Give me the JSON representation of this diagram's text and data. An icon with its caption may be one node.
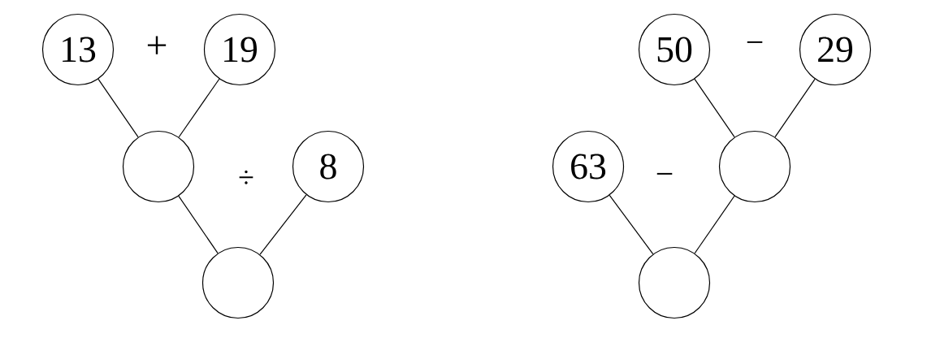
{
  "diagram": {
    "nodes": [
      {
        "text": [
          "13"
        ]
      },
      {
        "text": [
          "19"
        ]
      },
      {
        "text": [],
        "shape": "circle"
      },
      {
        "text": [
          "8"
        ]
      },
      {
        "text": [],
        "shape": "circle"
      },
      {
        "text": [
          "50"
        ]
      },
      {
        "text": [
          "29"
        ]
      },
      {
        "text": [
          "63"
        ]
      },
      {
        "text": [],
        "shape": "circle"
      },
      {
        "text": [],
        "shape": "circle"
      }
    ],
    "edges": [
      {
        "from": 0,
        "to": 2,
        "arrow": "none"
      },
      {
        "from": 1,
        "to": 2,
        "arrow": "none"
      },
      {
        "from": 2,
        "to": 4,
        "arrow": "none"
      },
      {
        "from": 3,
        "to": 4,
        "arrow": "none"
      },
      {
        "from": 5,
        "to": 8,
        "arrow": "none"
      },
      {
        "from": 6,
        "to": 8,
        "arrow": "none"
      },
      {
        "from": 8,
        "to": 9,
        "arrow": "none"
      },
      {
        "from": 7,
        "to": 9,
        "arrow": "none"
      }
    ],
    "labels": [
      "+",
      "÷",
      "−",
      "−"
    ]
  }
}
